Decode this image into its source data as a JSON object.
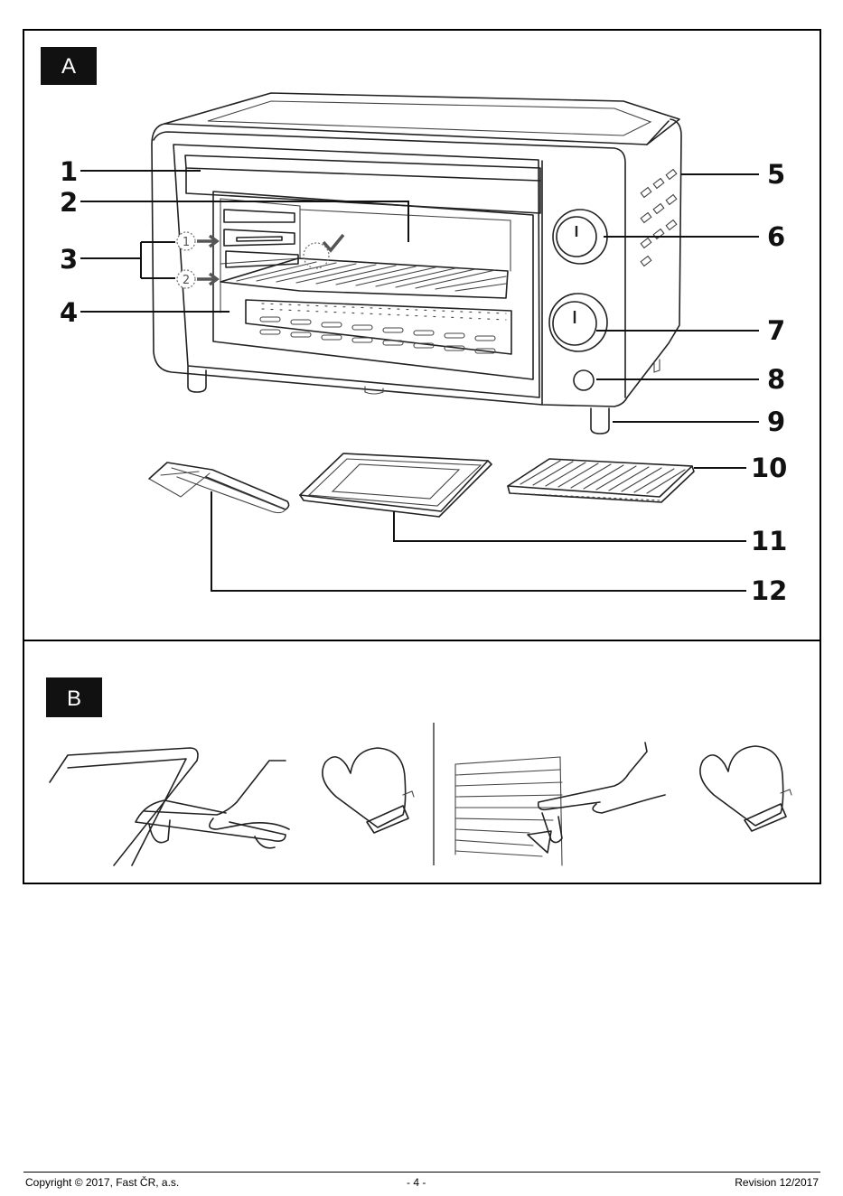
{
  "sections": {
    "a_label": "A",
    "b_label": "B"
  },
  "callouts": [
    "1",
    "2",
    "3",
    "4",
    "5",
    "6",
    "7",
    "8",
    "9",
    "10",
    "11",
    "12"
  ],
  "rack_positions": [
    "1",
    "2"
  ],
  "footer": {
    "copyright": "Copyright © 2017, Fast ČR, a.s.",
    "page": "- 4 -",
    "revision": "Revision 12/2017"
  }
}
